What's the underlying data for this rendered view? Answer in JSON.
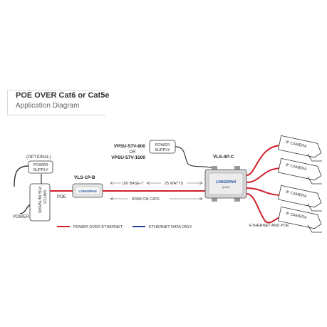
{
  "header": {
    "title": "POE OVER Cat6 or Cat5e",
    "subtitle": "Application Diagram"
  },
  "diagram": {
    "optional_label": "(OPTIONAL)",
    "power_supply_left": [
      "POWER",
      "SUPPLY"
    ],
    "power_label": "POWER",
    "switch_label": [
      "POE NETWORK",
      "SWITCH"
    ],
    "poe_label": "POE",
    "injector_name": "VLS-1P-B",
    "psu_model_1": "VPSU-57V-800",
    "psu_or": "OR",
    "psu_model_2": "VPSU-57V-1500",
    "power_supply_right": [
      "POWER",
      "SUPPLY"
    ],
    "quad_name": "VLS-4P-C",
    "brand_small": "LONGSPAN",
    "brand_quad": "LONGSPAN",
    "quad_sub": "QUAD",
    "base_t": "100 BASE-T",
    "watts": "25 WATTS",
    "distance": "820M ON CAT6",
    "cameras": [
      "IP CAMERA",
      "IP CAMERA",
      "IP CAMERA",
      "IP CAMERA"
    ],
    "ethernet_and_poe": "ETHERNET AND POE"
  },
  "legend": {
    "poe_label": "POWER OVER ETHERNET",
    "data_label": "ETHERNET DATA ONLY",
    "poe_color": "#d11f2a",
    "data_color": "#2a3f8f"
  }
}
